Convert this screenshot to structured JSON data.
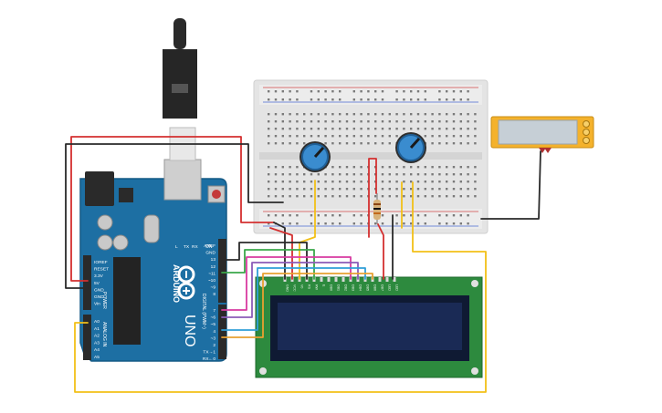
{
  "arduino": {
    "brand": "ARDUINO",
    "model": "UNO",
    "power_header": [
      "IOREF",
      "RESET",
      "3.3V",
      "5V",
      "GND",
      "GND",
      "Vin"
    ],
    "power_label": "POWER",
    "analog_header": [
      "A0",
      "A1",
      "A2",
      "A3",
      "A4",
      "A5"
    ],
    "analog_label": "ANALOG IN",
    "digital_header_top": [
      "AREF",
      "GND",
      "13",
      "12",
      "~11",
      "~10",
      "~9",
      "8"
    ],
    "digital_header_bottom": [
      "7",
      "~6",
      "~5",
      "4",
      "~3",
      "2",
      "TX→1",
      "RX←0"
    ],
    "digital_label": "DIGITAL (PWM~)",
    "led_labels": [
      "L",
      "TX",
      "RX"
    ],
    "on_label": "ON"
  },
  "lcd": {
    "pin_labels": [
      "GND",
      "VCC",
      "V0",
      "RS",
      "RW",
      "E",
      "DB0",
      "DB1",
      "DB2",
      "DB3",
      "DB4",
      "DB5",
      "DB6",
      "DB7",
      "LED",
      "LED"
    ]
  },
  "colors": {
    "board": "#1d6fa3",
    "breadboard": "#e6e6e6",
    "lcd_pcb": "#2d8a3e",
    "lcd_screen": "#1a2a55",
    "wire_red": "#d43030",
    "wire_black": "#2a2a2a",
    "wire_yellow": "#f2c018",
    "wire_green": "#3aa84a",
    "wire_purple": "#8b5bb8",
    "wire_blue": "#2f9fd8",
    "wire_magenta": "#d83aa0",
    "wire_orange": "#e8a030",
    "wire_gray": "#9a9a9a",
    "wire_brown": "#a8703a"
  }
}
